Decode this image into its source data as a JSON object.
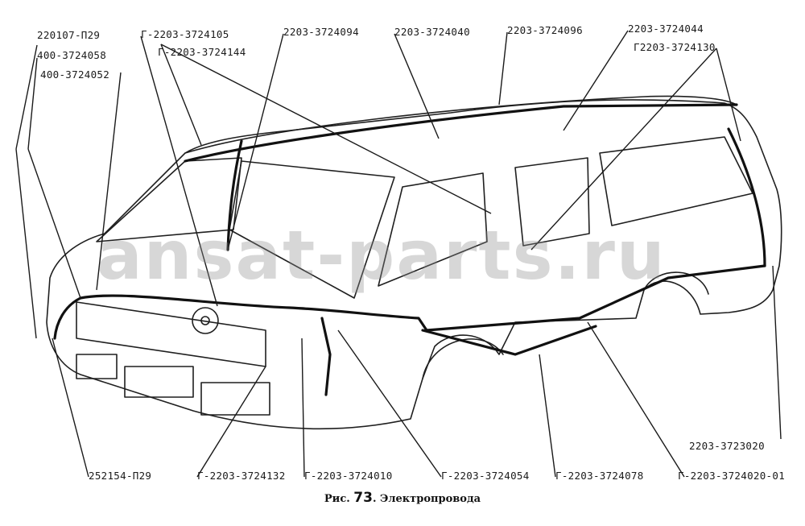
{
  "watermark": "ansat-parts.ru",
  "caption": {
    "prefix": "Рис.",
    "number": "73",
    "title": ". Электропровода"
  },
  "labels": {
    "l_220107": "220107-П29",
    "l_400_3724058": "400-3724058",
    "l_400_3724052": "400-3724052",
    "l_g2203_3724105": "Г-2203-3724105",
    "l_g2203_3724144": "Г-2203-3724144",
    "l_2203_3724094": "2203-3724094",
    "l_2203_3724040": "2203-3724040",
    "l_2203_3724096": "2203-3724096",
    "l_2203_3724044": "2203-3724044",
    "l_g2203_3724130": "Г2203-3724130",
    "l_2203_3723020": "2203-3723020",
    "l_252154": "252154-П29",
    "l_g2203_3724132": "Г-2203-3724132",
    "l_g2203_3724010": "Г-2203-3724010",
    "l_g2203_3724054": "Г-2203-3724054",
    "l_g2203_3724078": "Г-2203-3724078",
    "l_g2203_3724020_01": "Г-2203-3724020-01"
  }
}
